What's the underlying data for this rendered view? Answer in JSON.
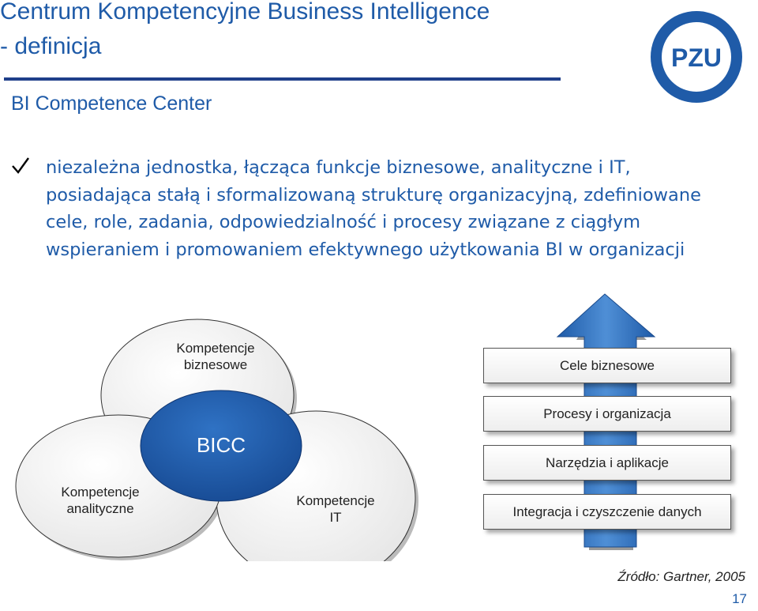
{
  "header": {
    "title_line1": "Centrum Kompetencyjne Business Intelligence",
    "title_line2": "- definicja",
    "subtitle": "BI Competence Center",
    "logo_text": "PZU",
    "logo_color": "#1f5ba8"
  },
  "bullet": {
    "icon": "checkmark-icon",
    "lines": [
      "niezależna jednostka, łącząca funkcje biznesowe, analityczne i IT,",
      "posiadająca stałą i sformalizowaną strukturę organizacyjną, zdefiniowane",
      "cele, role, zadania, odpowiedzialność i procesy związane z ciągłym",
      "wspieraniem i promowaniem efektywnego użytkowania BI w organizacji"
    ]
  },
  "diagram": {
    "circles": {
      "business": [
        "Kompetencje",
        "biznesowe"
      ],
      "analytic": [
        "Kompetencje",
        "analityczne"
      ],
      "it": [
        "Kompetencje",
        "IT"
      ],
      "center": "BICC"
    },
    "boxes": [
      "Cele biznesowe",
      "Procesy i organizacja",
      "Narzędzia i aplikacje",
      "Integracja i czyszczenie danych"
    ],
    "arrow_color": "#2f6db5",
    "center_color": "#1f5ba8"
  },
  "footer": {
    "source": "Źródło: Gartner, 2005",
    "page_number": "17"
  }
}
